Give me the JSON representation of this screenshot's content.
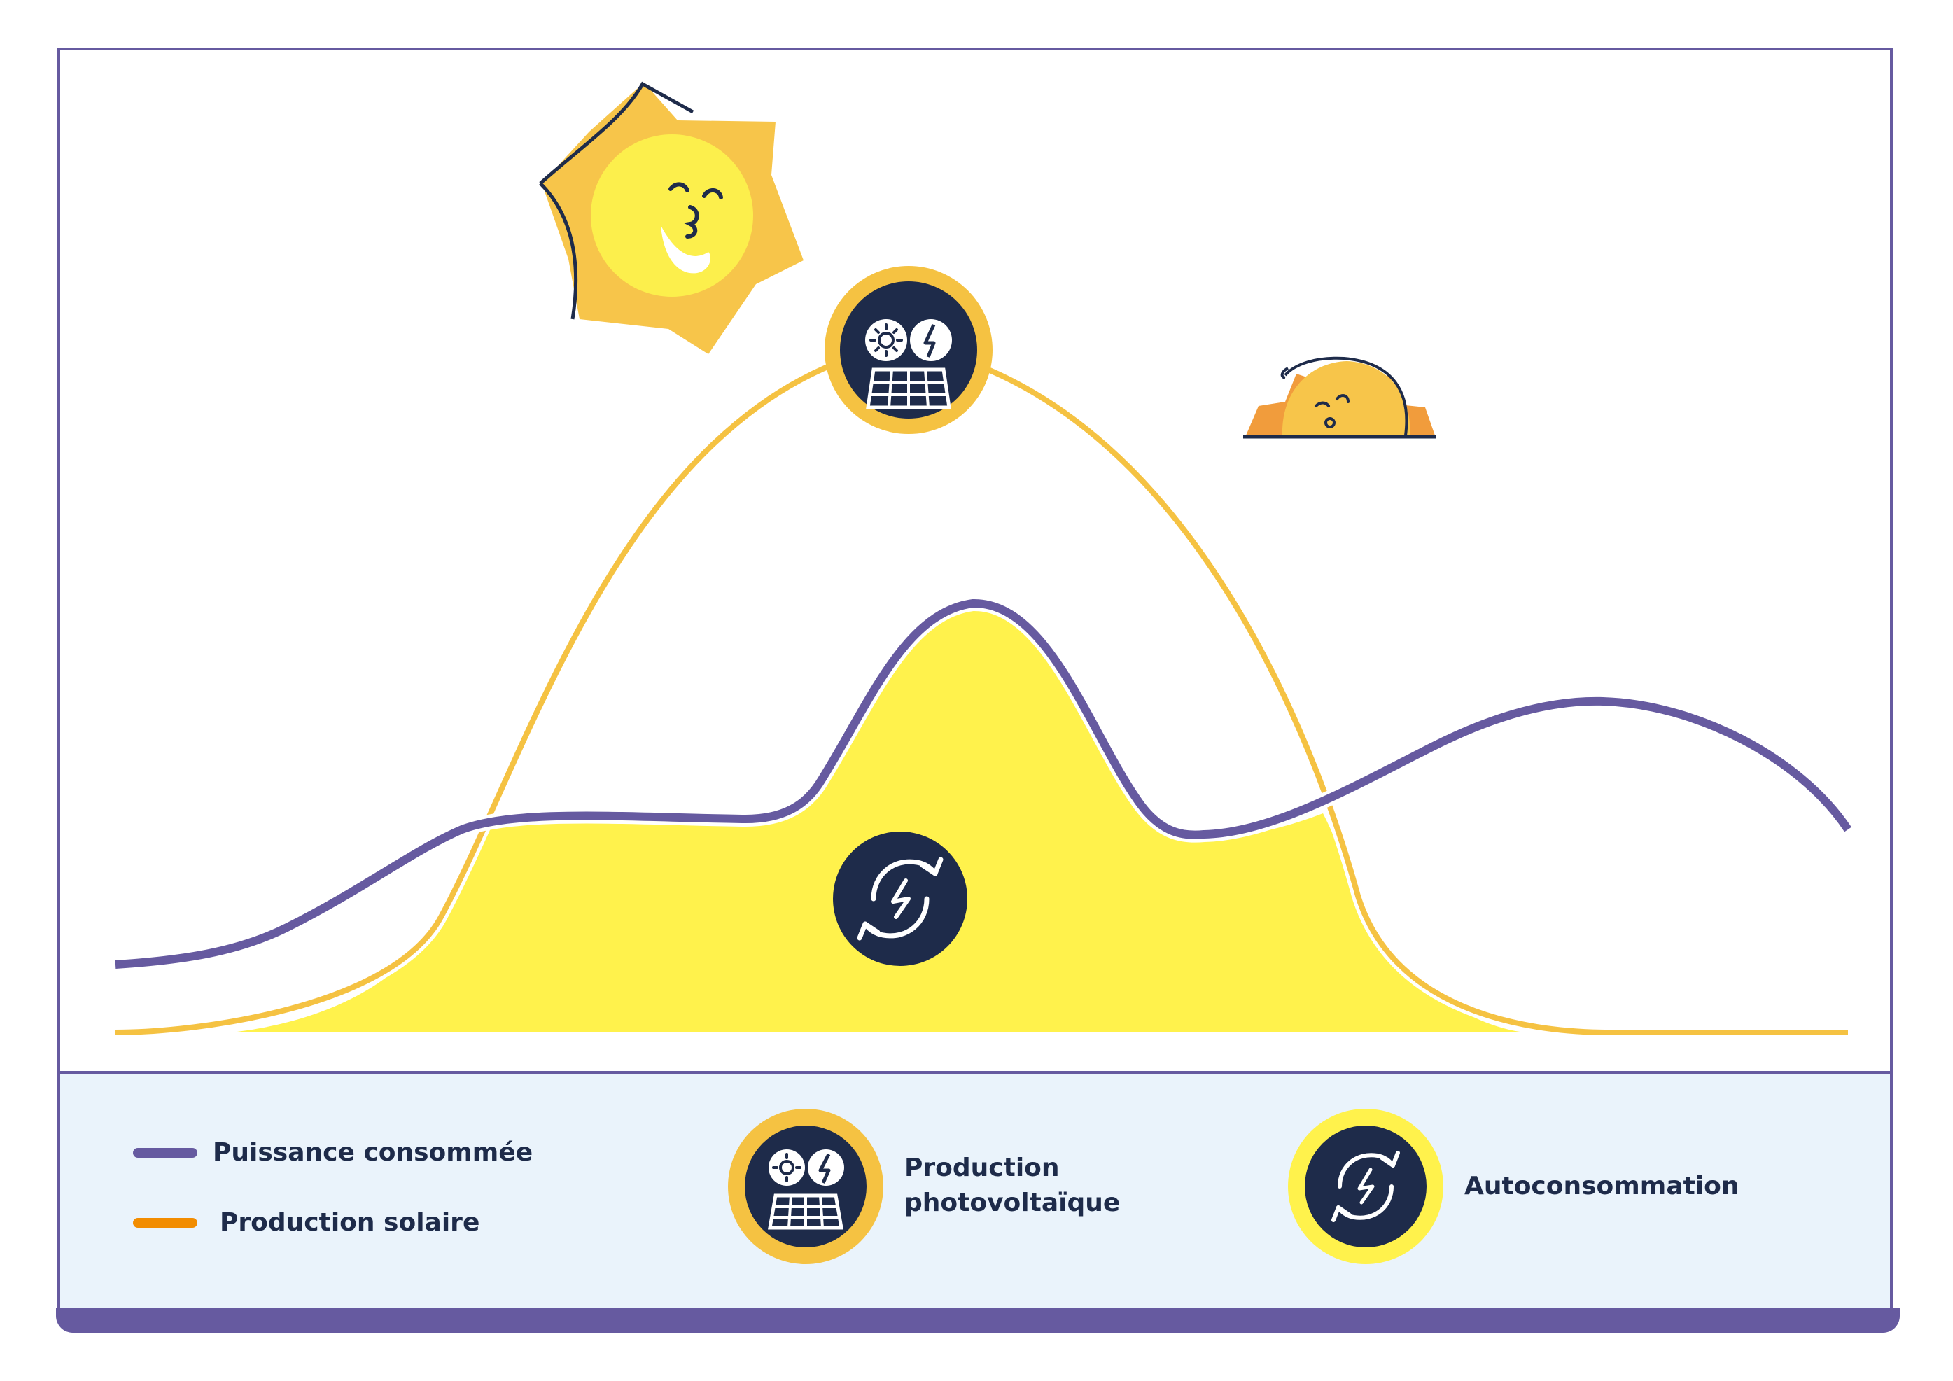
{
  "colors": {
    "consumption": "#665aa0",
    "production_line": "#f5c242",
    "production_legend": "#f28c00",
    "autoconsumption_fill": "#fff24c",
    "badge_navy": "#1e2b4a",
    "sun": "#f7c54a",
    "sun_face": "#fcef4c",
    "setting_sun": "#f19c3c",
    "panel_bg": "#eaf3fb"
  },
  "legend": {
    "consumption_label": "Puissance consommée",
    "production_label": "Production solaire",
    "photovoltaic_label_line1": "Production",
    "photovoltaic_label_line2": "photovoltaïque",
    "autoconsumption_label": "Autoconsommation"
  },
  "icons": {
    "big_sun": "smiling-sun-icon",
    "setting_sun": "setting-sun-icon",
    "photovoltaic": "solar-panel-icon",
    "autoconsumption": "recycle-energy-icon"
  }
}
